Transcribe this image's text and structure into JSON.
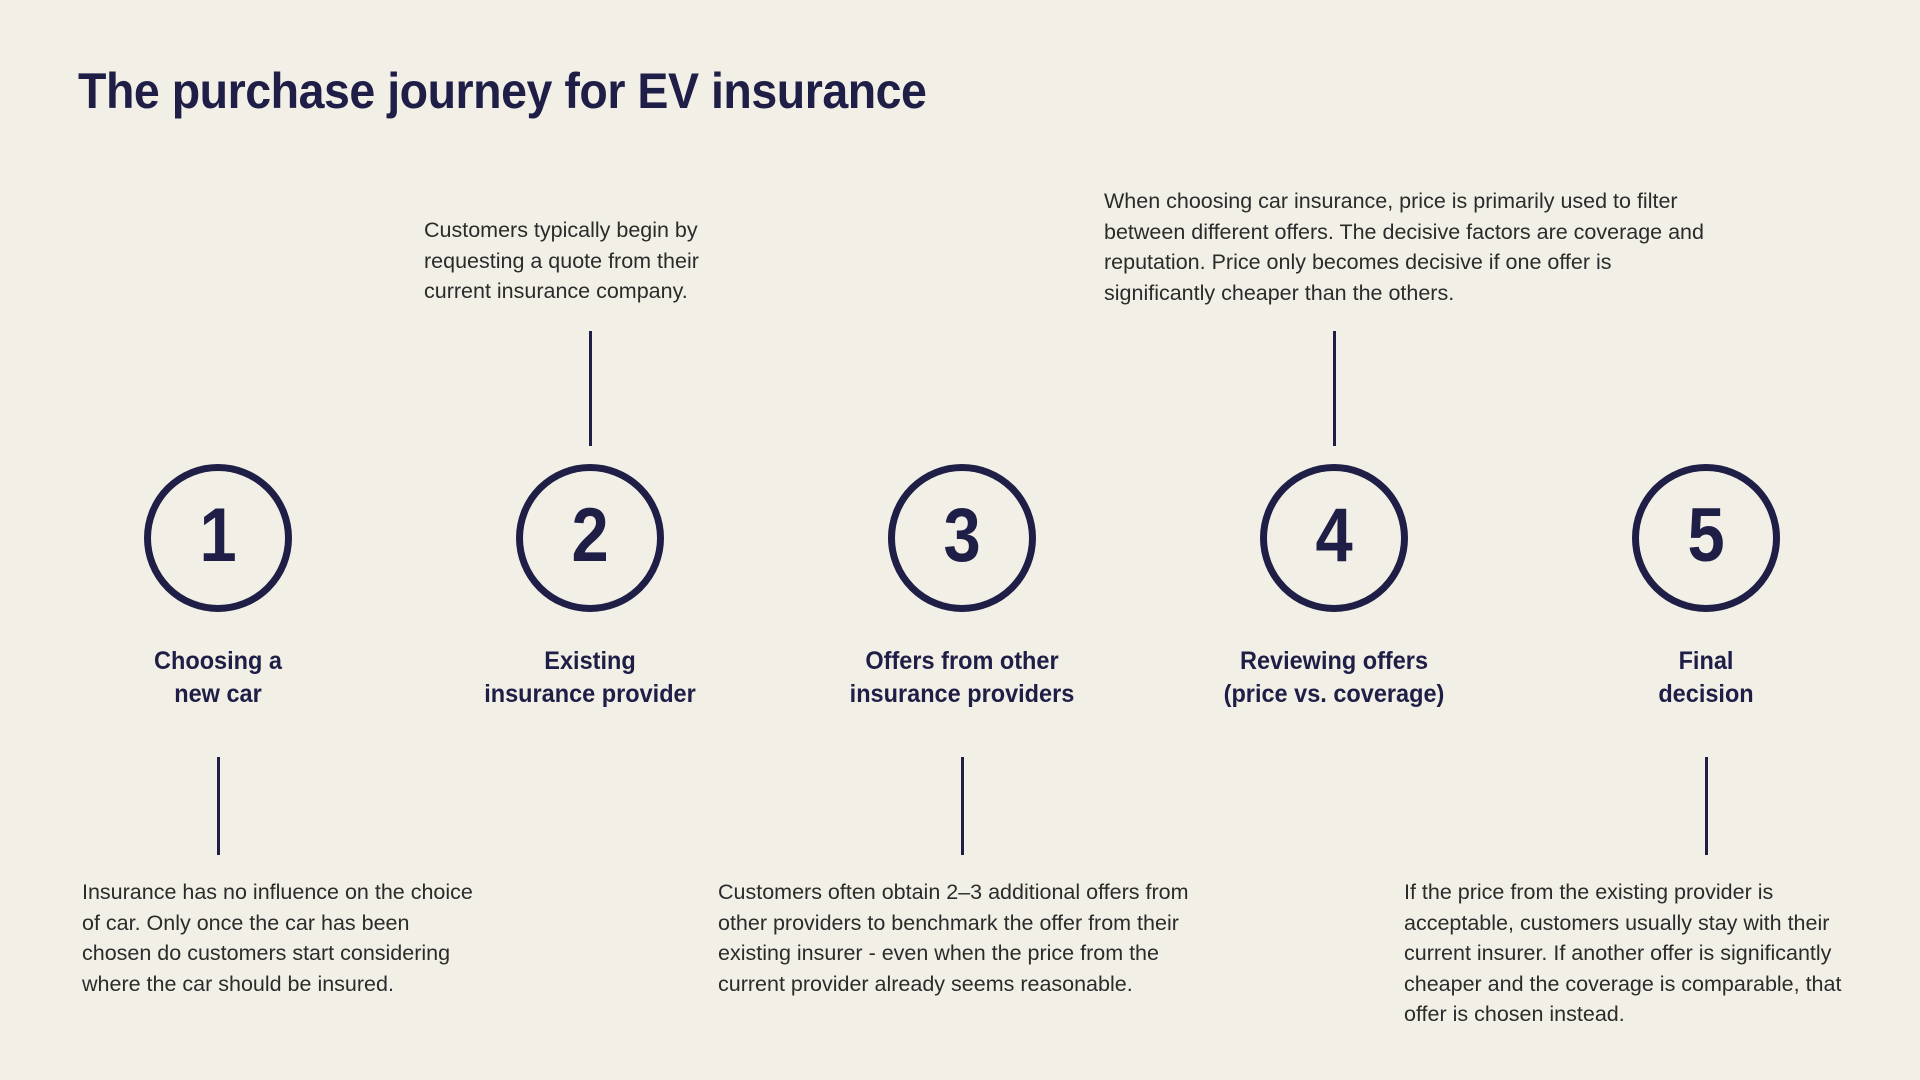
{
  "page": {
    "title": "The purchase journey for EV insurance",
    "background_color": "#F2EFE6",
    "accent_color": "#1E1E46",
    "body_text_color": "#2B2B2B"
  },
  "steps": [
    {
      "number": "1",
      "label": "Choosing a\nnew car",
      "note": "Insurance has no influence on the choice of car. Only once the car has been chosen do customers start considering where the car should be insured.",
      "note_position": "bottom"
    },
    {
      "number": "2",
      "label": "Existing\ninsurance provider",
      "note": "Customers typically begin by requesting a quote from their current insurance company.",
      "note_position": "top"
    },
    {
      "number": "3",
      "label": "Offers from other\ninsurance providers",
      "note": "Customers often obtain 2–3 additional offers from other providers to benchmark the offer from their existing insurer - even when the price from the current provider already seems reasonable.",
      "note_position": "bottom"
    },
    {
      "number": "4",
      "label": "Reviewing offers\n(price vs. coverage)",
      "note": "When choosing car insurance, price is primarily used to filter between different offers. The decisive factors are coverage and reputation. Price only becomes decisive if one offer is significantly cheaper than the others.",
      "note_position": "top"
    },
    {
      "number": "5",
      "label": "Final\ndecision",
      "note": "If the price from the existing provider is acceptable, customers usually stay with their current insurer. If another offer is significantly cheaper and the coverage is comparable, that offer is chosen instead.",
      "note_position": "bottom"
    }
  ]
}
